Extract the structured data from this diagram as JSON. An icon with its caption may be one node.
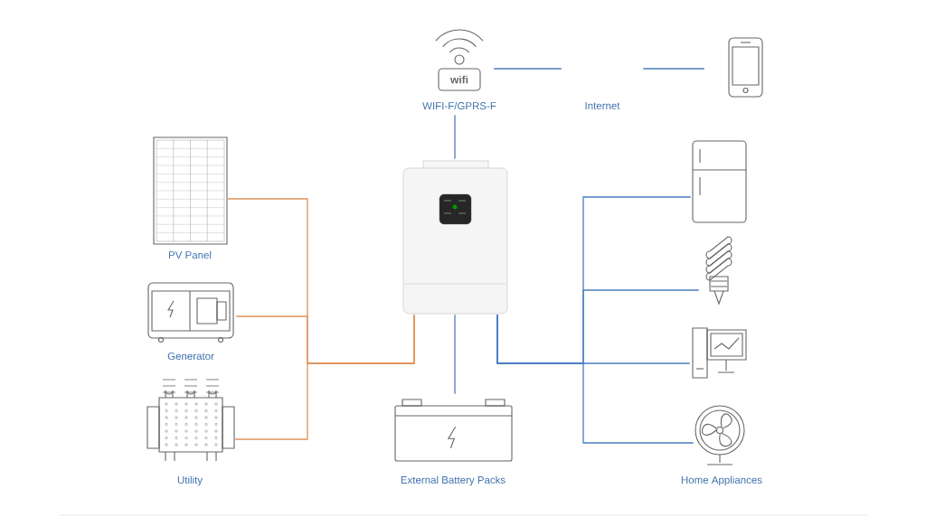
{
  "diagram": {
    "nodes": [
      {
        "text": [
          "wifi",
          "WIFI-F/GPRS-F"
        ]
      },
      {
        "text": [
          "Internet"
        ]
      },
      {
        "text": [],
        "shape": "picture"
      },
      {
        "text": [
          "PV Panel"
        ]
      },
      {
        "text": [
          "Generator"
        ]
      },
      {
        "text": [
          "Utility"
        ]
      },
      {
        "text": [],
        "shape": "picture"
      },
      {
        "text": [
          "External Battery Packs"
        ]
      },
      {
        "text": [],
        "shape": "picture"
      },
      {
        "text": [],
        "shape": "picture"
      },
      {
        "text": [],
        "shape": "picture"
      },
      {
        "text": [],
        "shape": "picture"
      }
    ],
    "edges": [
      {
        "from": 0,
        "to": 1,
        "arrow": "none"
      },
      {
        "from": 1,
        "to": 2,
        "arrow": "none"
      },
      {
        "from": 0,
        "to": 6,
        "arrow": "none"
      },
      {
        "from": 3,
        "to": 6,
        "arrow": "none",
        "color": "#e0935a"
      },
      {
        "from": 4,
        "to": 6,
        "arrow": "none",
        "color": "#e0935a"
      },
      {
        "from": 5,
        "to": 6,
        "arrow": "none",
        "color": "#e0935a"
      },
      {
        "from": 6,
        "to": 7,
        "arrow": "none"
      },
      {
        "from": 6,
        "to": 8,
        "arrow": "none"
      },
      {
        "from": 6,
        "to": 9,
        "arrow": "none"
      },
      {
        "from": 6,
        "to": 10,
        "arrow": "none"
      },
      {
        "from": 6,
        "to": 11,
        "arrow": "none"
      }
    ],
    "labels": [
      "Home Appliances"
    ]
  }
}
